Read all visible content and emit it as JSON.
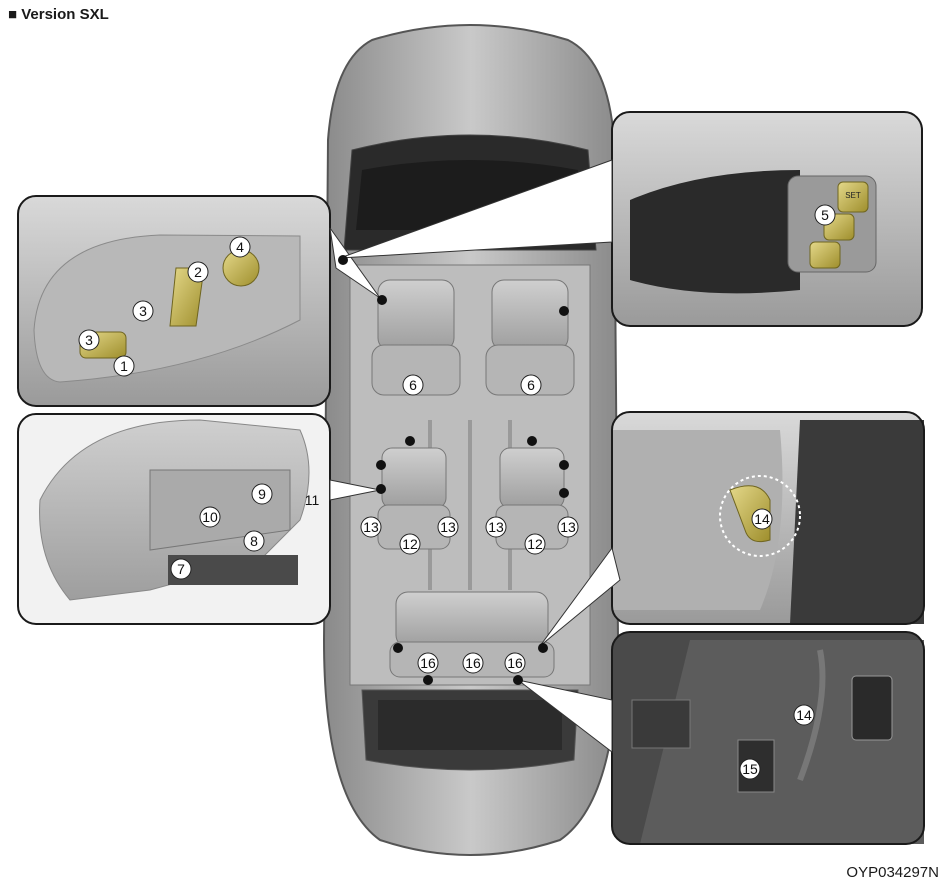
{
  "title": "■ Version SXL",
  "image_code": "OYP034297N",
  "callouts": {
    "n1": "1",
    "n2": "2",
    "n3a": "3",
    "n3b": "3",
    "n4": "4",
    "n5": "5",
    "n6a": "6",
    "n6b": "6",
    "n7": "7",
    "n8": "8",
    "n9": "9",
    "n10": "10",
    "n11": "11",
    "n12a": "12",
    "n12b": "12",
    "n13a": "13",
    "n13b": "13",
    "n13c": "13",
    "n13d": "13",
    "n14a": "14",
    "n14b": "14",
    "n15": "15",
    "n16a": "16",
    "n16b": "16",
    "n16c": "16"
  },
  "labels": {
    "set_button": "SET"
  }
}
